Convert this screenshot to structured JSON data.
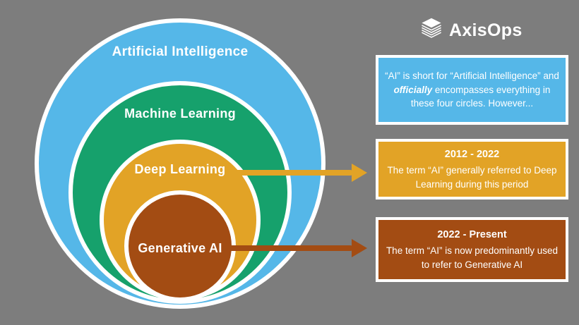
{
  "colors": {
    "background": "#7D7D7D",
    "white": "#FFFFFF",
    "blue": "#55B7E8",
    "green": "#16A16C",
    "orange": "#E2A326",
    "brown": "#A34C13"
  },
  "logo": {
    "text": "AxisOps",
    "icon": "layers-stack-icon"
  },
  "venn": {
    "circles": [
      {
        "id": "ai",
        "label": "Artificial Intelligence",
        "color": "#55B7E8"
      },
      {
        "id": "ml",
        "label": "Machine Learning",
        "color": "#16A16C"
      },
      {
        "id": "dl",
        "label": "Deep Learning",
        "color": "#E2A326"
      },
      {
        "id": "genai",
        "label": "Generative AI",
        "color": "#A34C13"
      }
    ]
  },
  "callouts": [
    {
      "body_prefix": "“AI” is short for “Artificial Intelligence” and ",
      "body_emphasis": "officially",
      "body_suffix": " encompasses everything in these four circles. However...",
      "color": "#55B7E8"
    },
    {
      "title": "2012 - 2022",
      "body": "The term “AI” generally referred to Deep Learning during this period",
      "color": "#E2A326"
    },
    {
      "title": "2022 - Present",
      "body": "The term “AI” is now predominantly used to refer to Generative AI",
      "color": "#A34C13"
    }
  ]
}
